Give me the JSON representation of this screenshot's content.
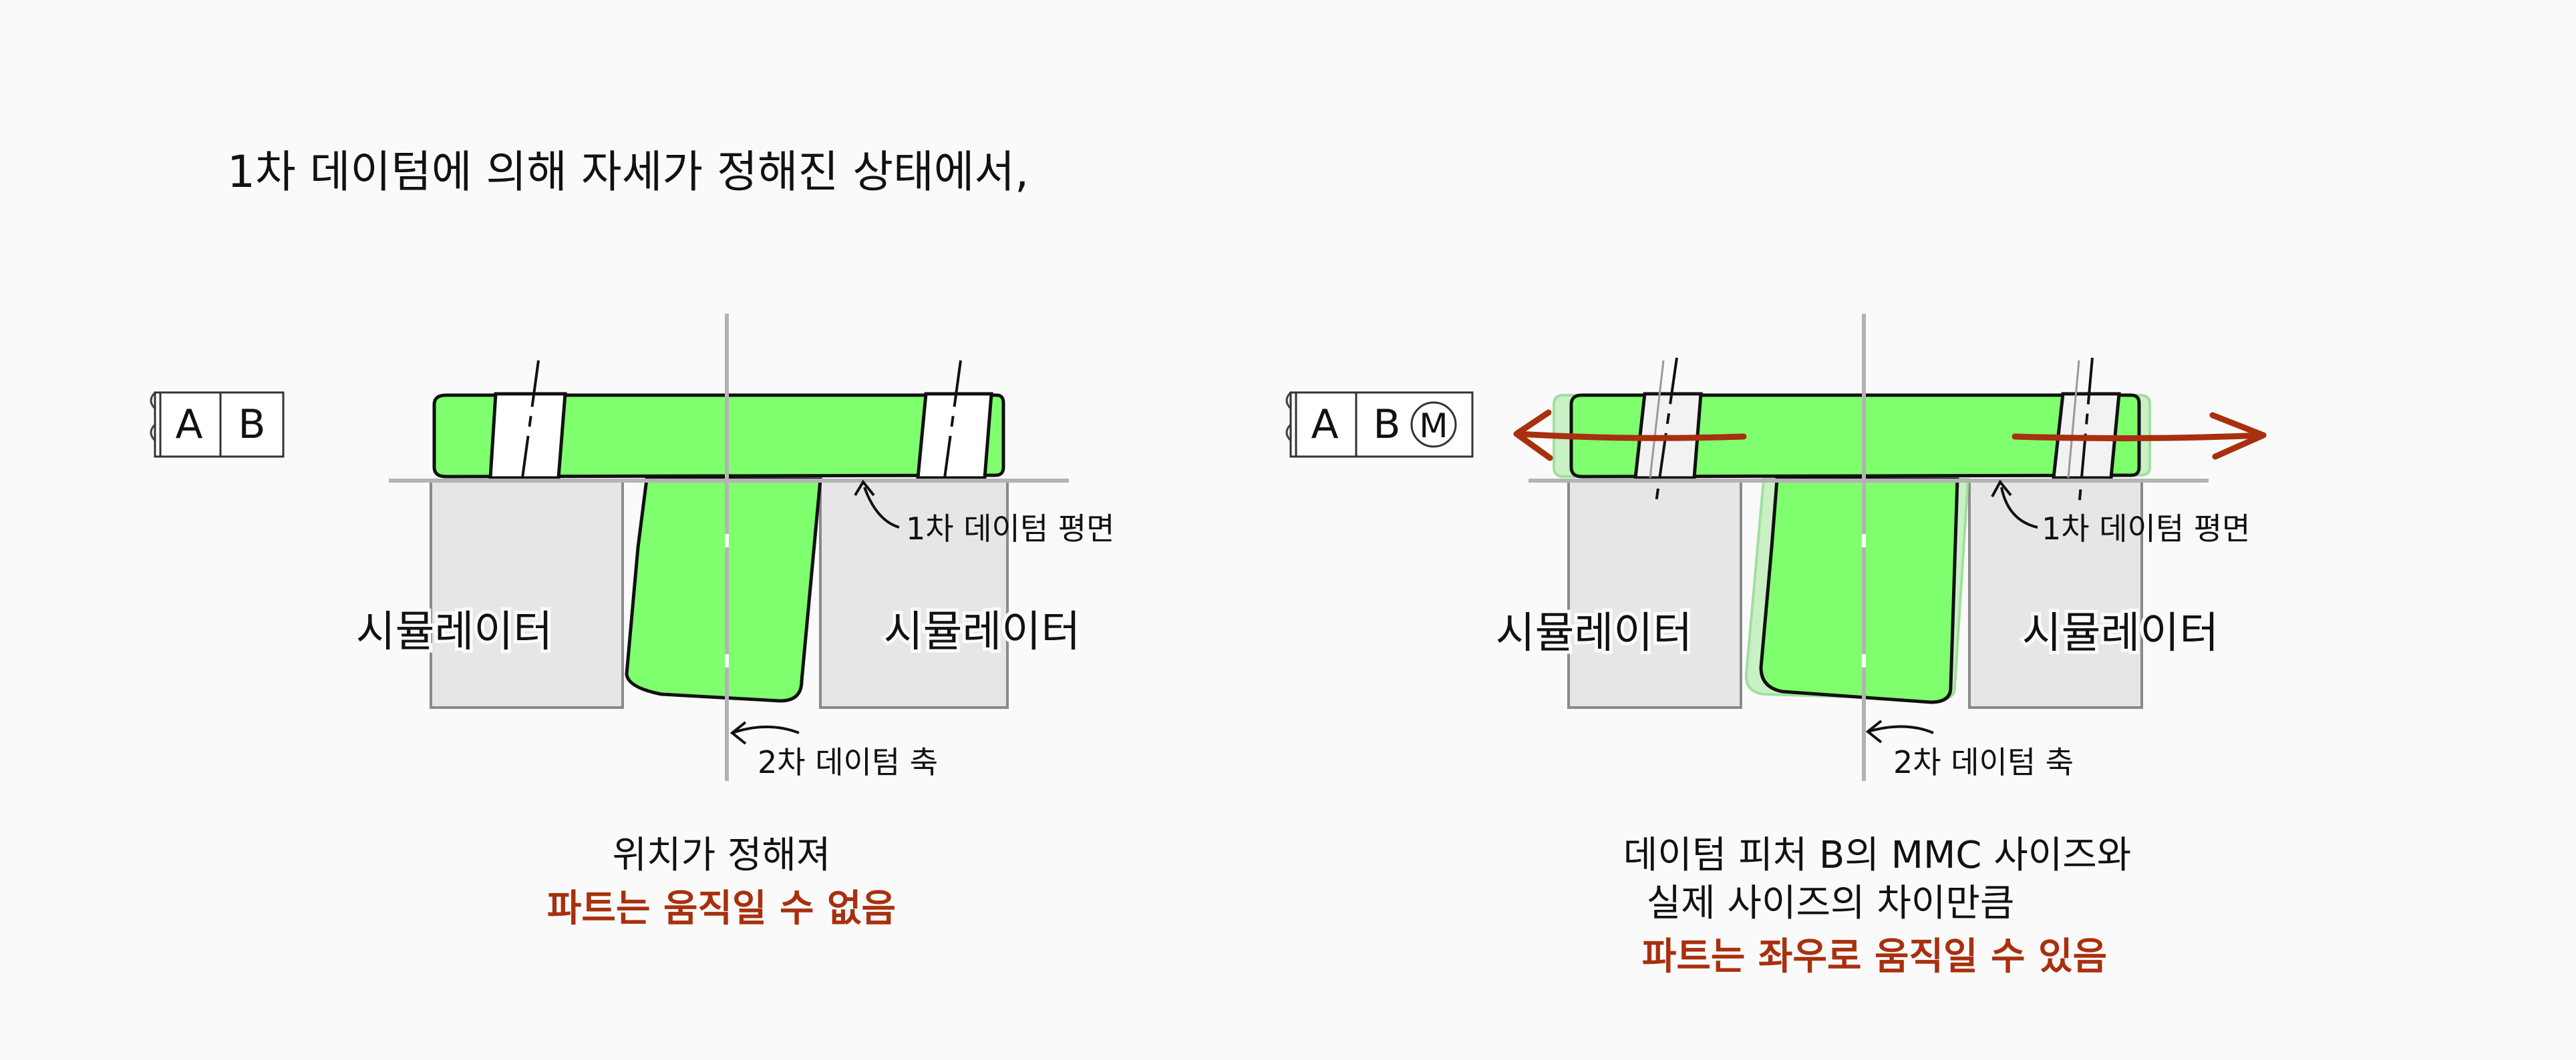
{
  "heading": "1차 데이텀에 의해 자세가 정해진 상태에서,",
  "colors": {
    "part_green": "#80ff6e",
    "accent_red": "#a8300e",
    "simulator_fill": "#e6e6e6",
    "datum_line": "#b3b3b3"
  },
  "left_panel": {
    "frame": {
      "cell_1": "A",
      "cell_2": "B"
    },
    "simulator_left": "시뮬레이터",
    "simulator_right": "시뮬레이터",
    "primary_datum_label": "1차 데이텀 평면",
    "secondary_datum_label": "2차 데이텀 축",
    "caption_line_1": "위치가 정해져",
    "caption_line_2": "파트는 움직일 수 없음"
  },
  "right_panel": {
    "frame": {
      "cell_1": "A",
      "cell_2": "B",
      "modifier": "M"
    },
    "simulator_left": "시뮬레이터",
    "simulator_right": "시뮬레이터",
    "primary_datum_label": "1차 데이텀 평면",
    "secondary_datum_label": "2차 데이텀 축",
    "caption_line_1": "데이텀 피처 B의 MMC 사이즈와",
    "caption_line_2": "실제 사이즈의 차이만큼",
    "caption_line_3": "파트는 좌우로 움직일 수 있음"
  }
}
